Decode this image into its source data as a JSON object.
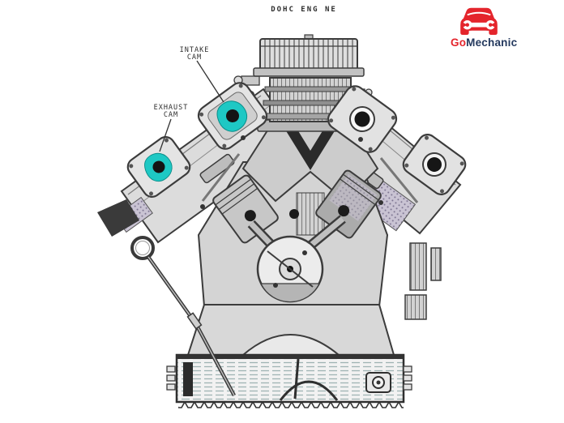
{
  "page": {
    "background": "#ffffff"
  },
  "header": {
    "title": "DOHC ENG NE"
  },
  "logo": {
    "text_go": "Go",
    "text_mechanic": "Mechanic",
    "color_red": "#e4252c",
    "color_navy": "#24395e",
    "icon": "car-wrench-icon"
  },
  "diagram": {
    "type": "engine-cross-section-illustration",
    "subject": "DOHC V-type engine cutaway drawing",
    "highlight_color": "#1ec8c4",
    "ink_color": "#3c3c3c",
    "labels": [
      {
        "id": "intake-cam",
        "line1": "INTAKE",
        "line2": "CAM"
      },
      {
        "id": "exhaust-cam",
        "line1": "EXHAUST",
        "line2": "CAM"
      }
    ],
    "highlighted_parts": [
      "intake camshaft",
      "exhaust camshaft"
    ],
    "parts": [
      "air-cleaner",
      "carburetor",
      "intake-manifold",
      "left-cylinder-bank",
      "right-cylinder-bank",
      "intake-camshaft",
      "exhaust-camshaft",
      "right-bank-camshafts",
      "pistons",
      "connecting-rods",
      "crankshaft",
      "crankcase",
      "oil-pan",
      "dipstick"
    ]
  }
}
